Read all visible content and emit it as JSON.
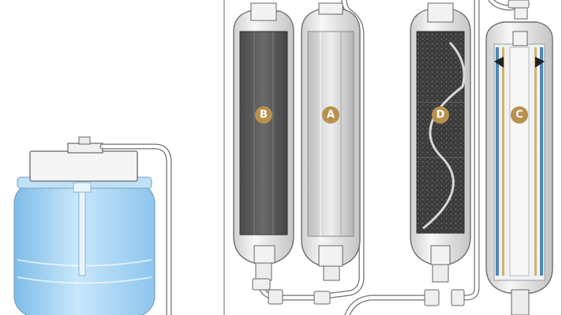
{
  "cartridges": [
    {
      "id": "B",
      "label": "B",
      "filter": "carbon-block"
    },
    {
      "id": "A",
      "label": "A",
      "filter": "sediment"
    },
    {
      "id": "D",
      "label": "D",
      "filter": "granular-carbon"
    },
    {
      "id": "C",
      "label": "C",
      "filter": "membrane"
    }
  ],
  "colors": {
    "badge": "#b8914f",
    "water": "#a9d6f5",
    "water_dark": "#7fbce8",
    "housing": "#e6e6e6",
    "housing_stroke": "#6e6e6e",
    "carbon": "#5a5a5a",
    "granular": "#3d3d3d",
    "tube": "#ffffff",
    "tube_stroke": "#707070"
  },
  "icons": [
    "water-tank",
    "filter-cartridge",
    "tube-fitting"
  ]
}
